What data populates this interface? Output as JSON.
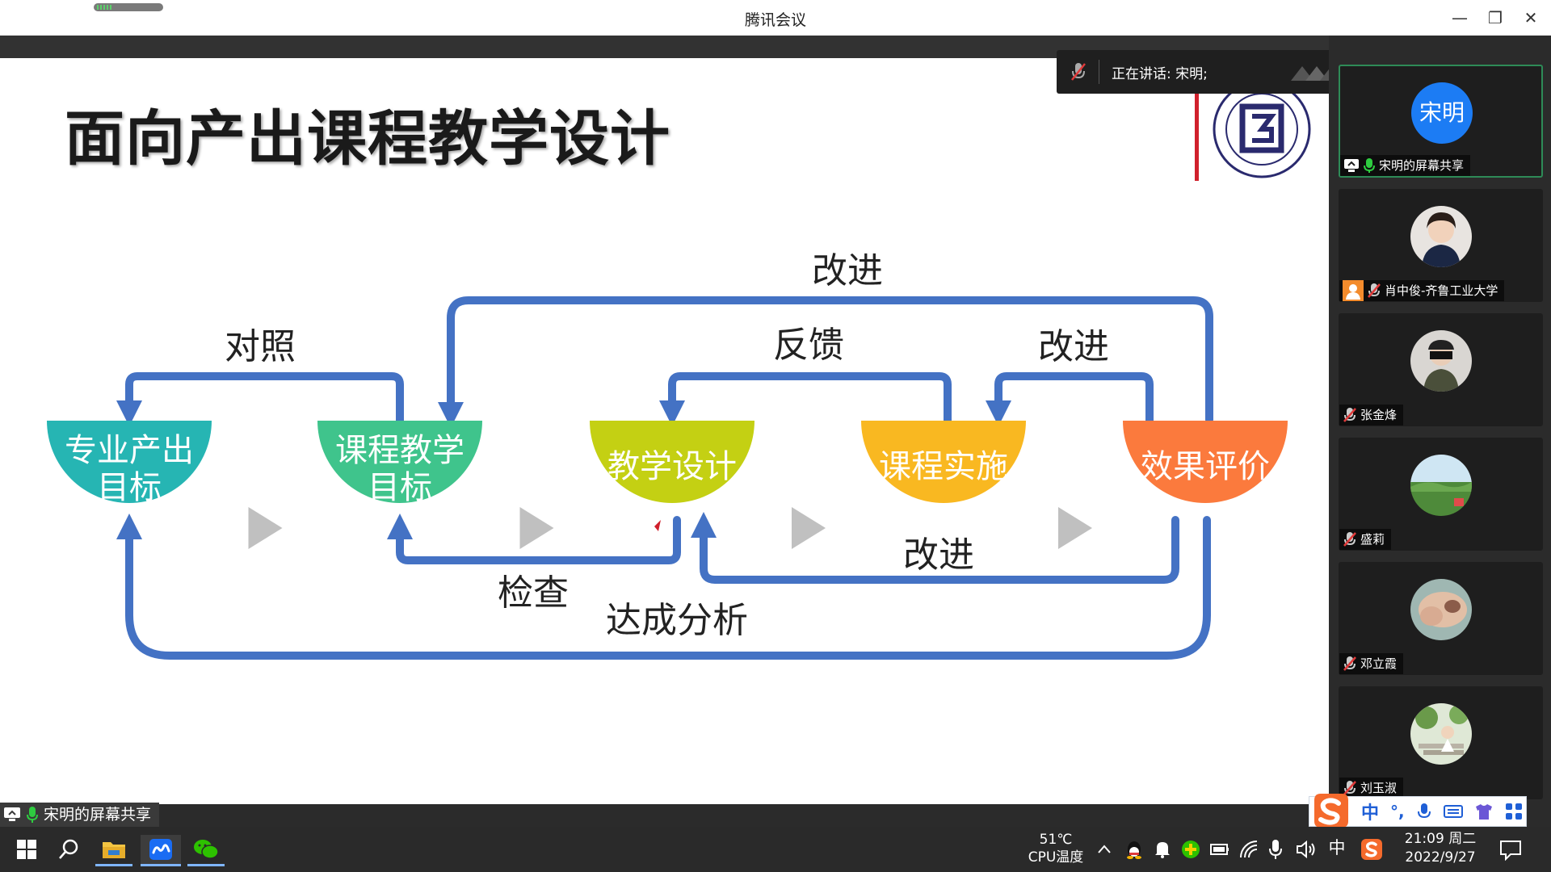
{
  "window": {
    "title": "腾讯会议",
    "minimize": "—",
    "restore": "❐",
    "close": "✕"
  },
  "speaking": {
    "label": "正在讲话: 宋明;"
  },
  "slide": {
    "title": "面向产出课程教学设计",
    "nodes": [
      {
        "line1": "专业产出",
        "line2": "目标",
        "color": "#26b5b3"
      },
      {
        "line1": "课程教学",
        "line2": "目标",
        "color": "#3fc48c"
      },
      {
        "line1": "教学设计",
        "line2": "",
        "color": "#c4d013"
      },
      {
        "line1": "课程实施",
        "line2": "",
        "color": "#f9b821"
      },
      {
        "line1": "效果评价",
        "line2": "",
        "color": "#fb7a3d"
      }
    ],
    "labels": {
      "duizhao": "对照",
      "gaijin_top": "改进",
      "fankui": "反馈",
      "gaijin_right": "改进",
      "gaijin_bottom": "改进",
      "jiancha": "检查",
      "dacheng": "达成分析"
    },
    "colors": {
      "arrow": "#4472c4",
      "chevron": "#c0c0c0"
    }
  },
  "participants": [
    {
      "name": "宋明的屏幕共享",
      "avatar_text": "宋明",
      "active": true
    },
    {
      "name": "肖中俊-齐鲁工业大学",
      "avatar_text": ""
    },
    {
      "name": "张金烽",
      "avatar_text": ""
    },
    {
      "name": "盛莉",
      "avatar_text": ""
    },
    {
      "name": "邓立霞",
      "avatar_text": ""
    },
    {
      "name": "刘玉淑",
      "avatar_text": ""
    }
  ],
  "share_label": "宋明的屏幕共享",
  "ime": {
    "items": [
      "中",
      "°,",
      "mic",
      "kbd",
      "shirt",
      "grid"
    ]
  },
  "taskbar": {
    "cpu_temp": "51℃",
    "cpu_label": "CPU温度",
    "ime_lang": "中",
    "time": "21:09 周二",
    "date": "2022/9/27"
  }
}
